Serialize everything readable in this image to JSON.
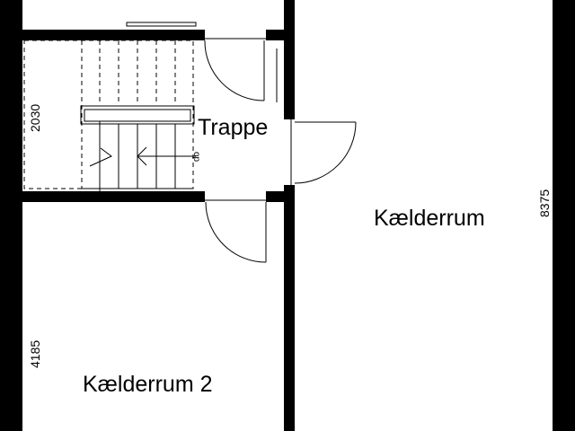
{
  "rooms": {
    "stairs": "Trappe",
    "basement_room": "Kælderrum",
    "basement_room_2": "Kælderrum 2"
  },
  "dimensions": {
    "stair_length": "2030",
    "room2_length": "4185",
    "basement_length": "8375"
  },
  "stair_direction_label": "op",
  "colors": {
    "wall": "#000000",
    "background": "#ffffff"
  }
}
